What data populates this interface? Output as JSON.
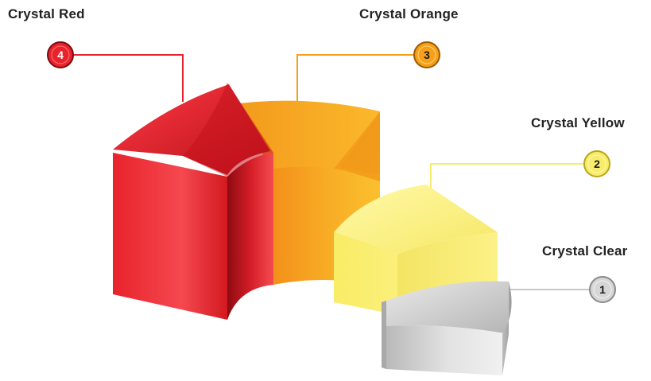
{
  "segments": [
    {
      "label": "Crystal Red",
      "number": "4",
      "color": "#e8232c"
    },
    {
      "label": "Crystal Orange",
      "number": "3",
      "color": "#f6a01a"
    },
    {
      "label": "Crystal Yellow",
      "number": "2",
      "color": "#f8ec6a"
    },
    {
      "label": "Crystal Clear",
      "number": "1",
      "color": "#c8c8c8"
    }
  ]
}
